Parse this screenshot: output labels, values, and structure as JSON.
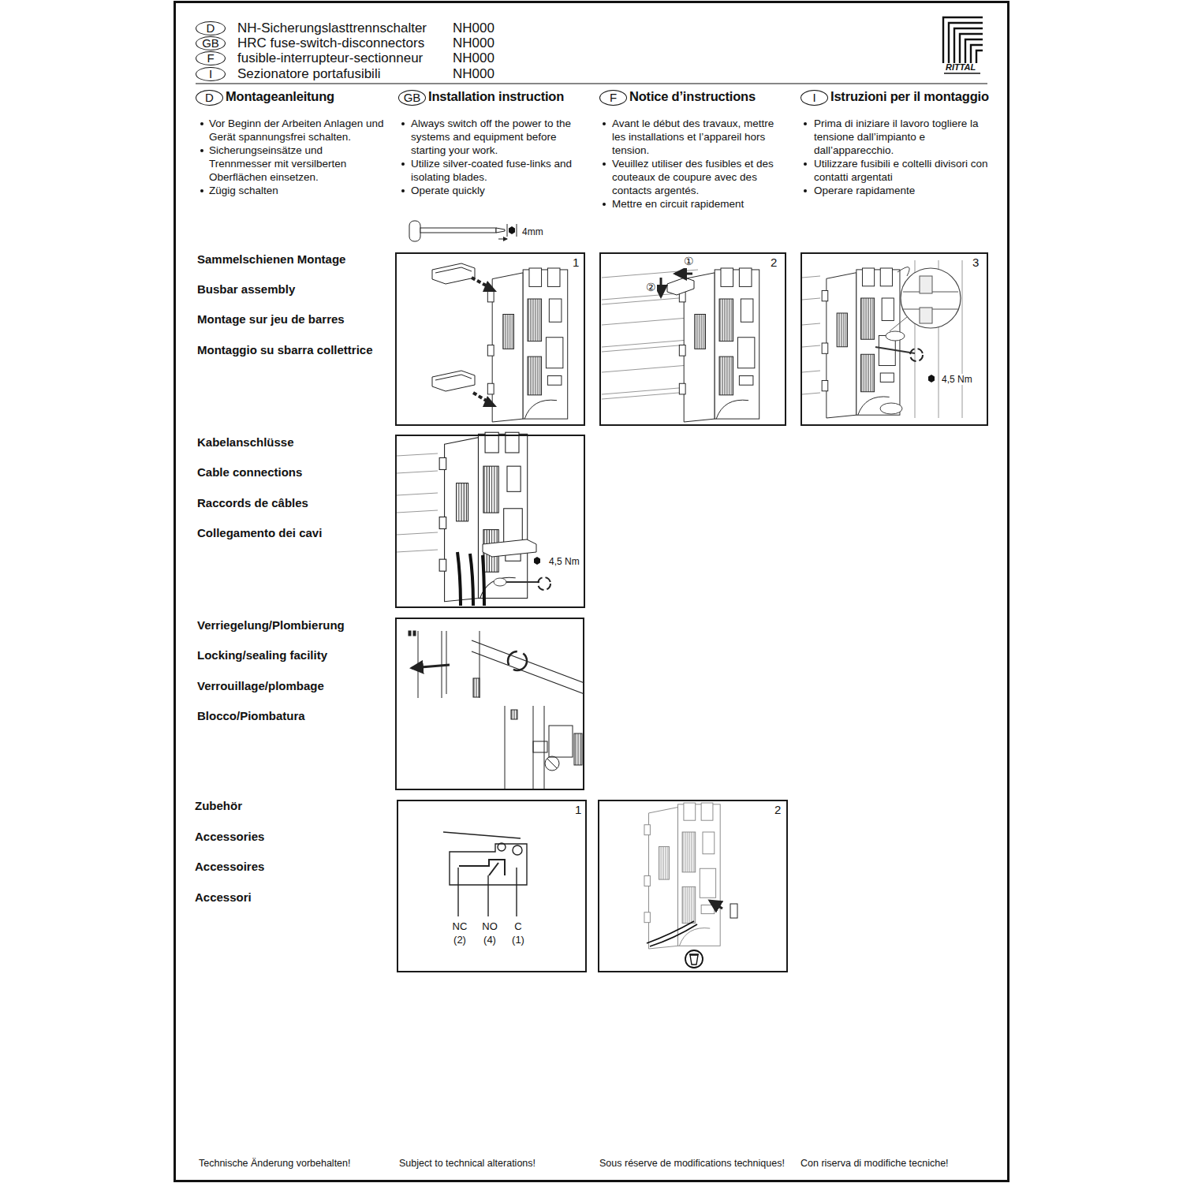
{
  "diagram": {
    "nodes": [
      {
        "text": [
          "D"
        ]
      },
      {
        "text": [
          "GB"
        ]
      },
      {
        "text": [
          "F"
        ]
      },
      {
        "text": [
          "I"
        ]
      },
      {
        "text": [
          "D"
        ]
      },
      {
        "text": [
          "GB"
        ]
      },
      {
        "text": [
          "F"
        ]
      },
      {
        "text": [
          "I"
        ]
      },
      {
        "text": [
          "1"
        ]
      },
      {
        "text": [
          "2",
          "①",
          "②"
        ]
      },
      {
        "text": [
          "3",
          "4,5 Nm"
        ]
      },
      {
        "text": [
          "4,5 Nm"
        ]
      },
      {
        "text": [
          "1",
          "NC",
          "(2)",
          "NO",
          "(4)",
          "C",
          "(1)"
        ]
      },
      {
        "text": [
          "2"
        ]
      }
    ],
    "labels": [
      "NH-Sicherungslasttrennschalter",
      "NH000",
      "HRC fuse-switch-disconnectors",
      "NH000",
      "fusible-interrupteur-sectionneur",
      "NH000",
      "Sezionatore portafusibili",
      "NH000",
      "RITTAL",
      "Montageanleitung",
      "Installation instruction",
      "Notice d’instructions",
      "Istruzioni per il montaggio",
      "Vor Beginn der Arbeiten Anlagen und Gerät spannungsfrei schalten.",
      "Sicherungseinsätze und Trennmesser mit versilberten Oberflächen einsetzen.",
      "Zügig schalten",
      "Always switch off the power to the systems and equipment before starting your work.",
      "Utilize silver-coated fuse-links and isolating blades.",
      "Operate quickly",
      "Avant le début des travaux, mettre les installations et l’appareil hors tension.",
      "Veuillez utiliser des fusibles et des couteaux de coupure avec des contacts argentés.",
      "Mettre en circuit rapidement",
      "Prima di iniziare il lavoro togliere la tensione dall’impianto e dall’apparecchio.",
      "Utilizzare fusibili e coltelli divisori con contatti argentati",
      "Operare rapidamente",
      "4mm",
      "Sammelschienen Montage",
      "Busbar assembly",
      "Montage sur jeu de barres",
      "Montaggio su sbarra collettrice",
      "Kabelanschlüsse",
      "Cable connections",
      "Raccords de câbles",
      "Collegamento dei cavi",
      "Verriegelung/Plombierung",
      "Locking/sealing facility",
      "Verrouillage/plombage",
      "Blocco/Piombatura",
      "Zubehör",
      "Accessories",
      "Accessoires",
      "Accessori",
      "Technische Änderung vorbehalten!",
      "Subject to technical alterations!",
      "Sous réserve de modifications techniques!",
      "Con riserva di modifiche tecniche!"
    ]
  }
}
